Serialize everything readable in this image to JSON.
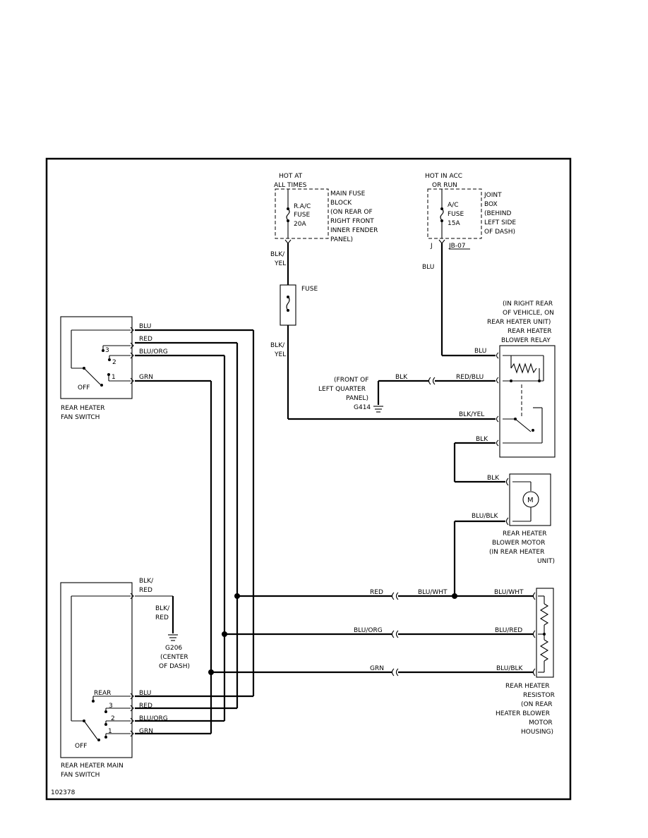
{
  "figure_id": "102378",
  "fuse_block_1": {
    "header": [
      "HOT AT",
      "ALL TIMES"
    ],
    "fuse": [
      "R.A/C",
      "FUSE",
      "20A"
    ],
    "location": [
      "MAIN FUSE",
      "BLOCK",
      "(ON REAR OF",
      "RIGHT FRONT",
      "INNER FENDER",
      "PANEL)"
    ]
  },
  "fuse_block_2": {
    "header": [
      "HOT IN ACC",
      "OR RUN"
    ],
    "fuse": [
      "A/C",
      "FUSE",
      "15A"
    ],
    "location": [
      "JOINT",
      "BOX",
      "(BEHIND",
      "LEFT SIDE",
      "OF DASH)"
    ],
    "pin": "J",
    "connector": "JB-07"
  },
  "inline_fuse": "FUSE",
  "relay": {
    "location": [
      "(IN RIGHT REAR",
      "OF VEHICLE, ON",
      "REAR HEATER UNIT)",
      "REAR HEATER",
      "BLOWER RELAY"
    ]
  },
  "ground_g414": [
    "(FRONT OF",
    "LEFT QUARTER",
    "PANEL)",
    "G414"
  ],
  "ground_g206": [
    "G206",
    "(CENTER",
    "OF DASH)"
  ],
  "motor": {
    "symbol": "M",
    "label": [
      "REAR HEATER",
      "BLOWER MOTOR",
      "(IN REAR HEATER",
      "UNIT)"
    ]
  },
  "resistor": {
    "label": [
      "REAR HEATER",
      "RESISTOR",
      "(ON REAR",
      "HEATER BLOWER",
      "MOTOR",
      "HOUSING)"
    ]
  },
  "fan_switch": {
    "label": [
      "REAR HEATER",
      "FAN SWITCH"
    ],
    "positions": [
      "3",
      "2",
      "1",
      "OFF"
    ],
    "wires": [
      "BLU",
      "RED",
      "BLU/ORG",
      "GRN"
    ]
  },
  "main_fan_switch": {
    "label": [
      "REAR HEATER MAIN",
      "FAN SWITCH"
    ],
    "positions": [
      "REAR",
      "3",
      "2",
      "1",
      "OFF"
    ],
    "wires": [
      "BLK/",
      "RED",
      "BLU",
      "RED",
      "BLU/ORG",
      "GRN"
    ],
    "ground_wire": [
      "BLK/",
      "RED"
    ]
  },
  "wires": {
    "blk_yel_upper": [
      "BLK/",
      "YEL"
    ],
    "blk_yel_lower": [
      "BLK/",
      "YEL"
    ],
    "blu_down": "BLU",
    "relay_blu": "BLU",
    "relay_blk_ground": "BLK",
    "relay_red_blu": "RED/BLU",
    "relay_blk_yel": "BLK/YEL",
    "relay_blk_out": "BLK",
    "motor_blk": "BLK",
    "motor_blu_blk": "BLU/BLK",
    "bus_red": "RED",
    "bus_blu_wht": "BLU/WHT",
    "res_blu_wht": "BLU/WHT",
    "bus_blu_org": "BLU/ORG",
    "res_blu_red": "BLU/RED",
    "bus_grn": "GRN",
    "res_blu_blk": "BLU/BLK"
  }
}
